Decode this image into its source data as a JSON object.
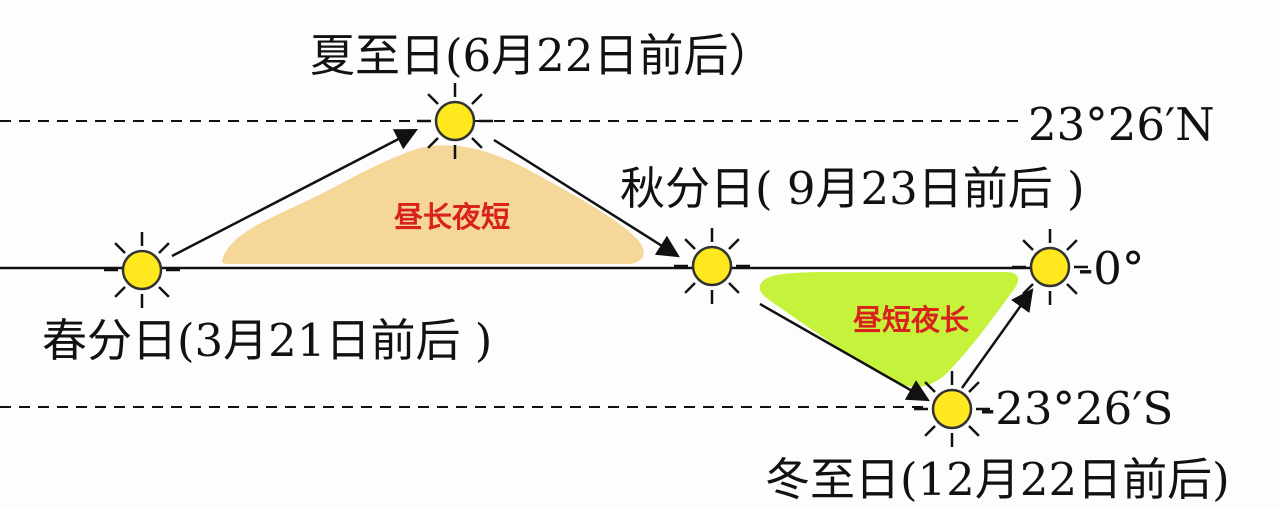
{
  "labels": {
    "summer": "夏至日(6月22日前后）",
    "spring": "春分日(3月21日前后 )",
    "autumn": "秋分日( 9月23日前后 )",
    "winter": "冬至日(12月22日前后)",
    "lat_north": "23°26′N",
    "lat_equator": "-0°",
    "lat_south": "-23°26′S",
    "day_long": "昼长夜短",
    "day_short": "昼短夜长"
  },
  "colors": {
    "line": "#111111",
    "sun_fill": "#ffe81e",
    "sun_stroke": "#333333",
    "region_long": "#f5d79a",
    "region_short": "#c5f23a",
    "tag_text": "#d9221d"
  }
}
